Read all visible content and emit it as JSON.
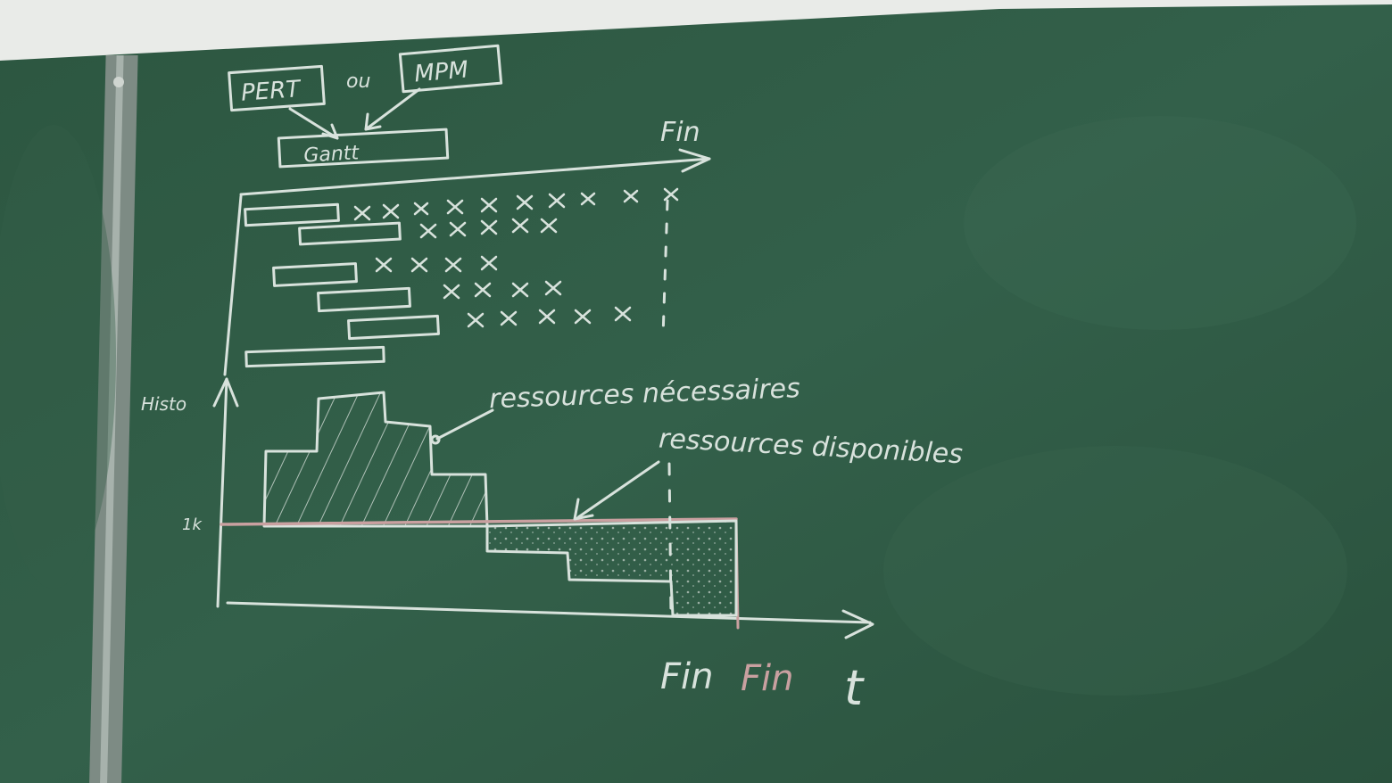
{
  "board": {
    "colors": {
      "board": "#2f5a44",
      "chalk": "#d8e2dc",
      "red_chalk": "#c9a0a0",
      "wall": "#e9ebe8"
    },
    "header": {
      "box1": "PERT",
      "connector": "ou",
      "box2": "MPM",
      "gantt_label": "Gantt"
    },
    "top_axis_label": "Fin",
    "histogram_label": "Histo",
    "level_label": "1k",
    "annotation_needed": "ressources nécessaires",
    "annotation_available": "ressources disponibles",
    "bottom_label_1": "Fin",
    "bottom_label_2": "Fin",
    "time_axis_label": "t"
  }
}
